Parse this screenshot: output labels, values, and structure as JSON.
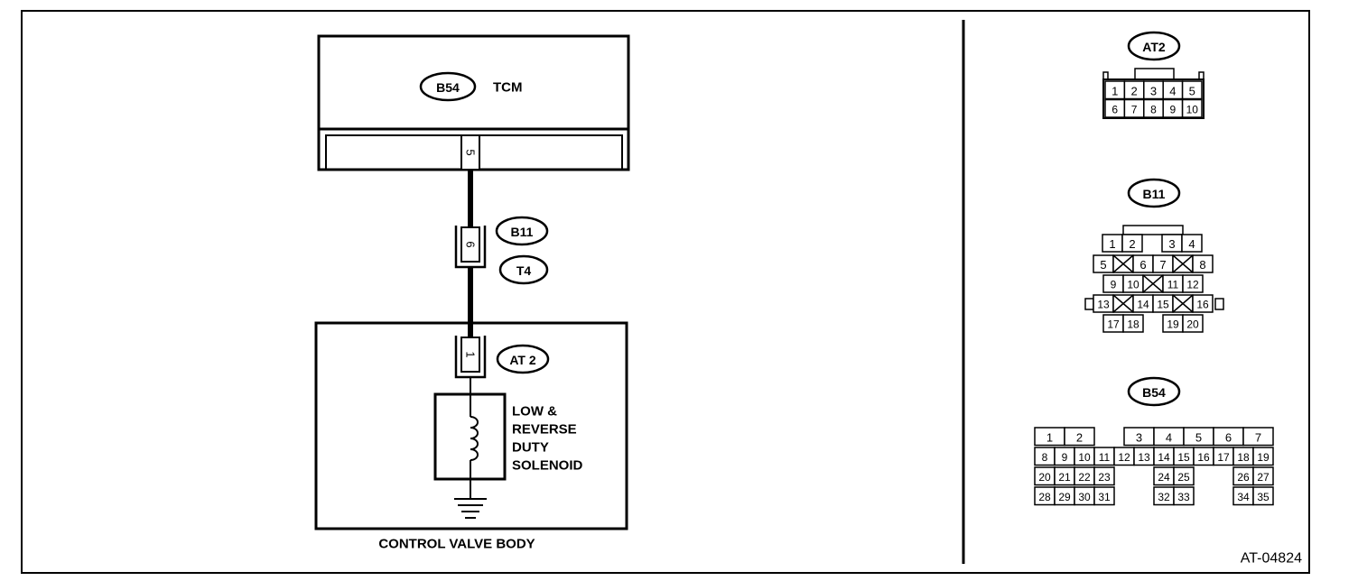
{
  "labels": {
    "tcm_connector": "B54",
    "tcm": "TCM",
    "tcm_pin": "5",
    "joint_connector_1": "B11",
    "joint_connector_2": "T4",
    "joint_pin": "6",
    "solenoid_connector": "AT2",
    "solenoid_connector_text": "AT 2",
    "solenoid_pin": "1",
    "solenoid_lines": [
      "LOW &",
      "REVERSE",
      "DUTY",
      "SOLENOID"
    ],
    "control_valve_body": "CONTROL VALVE BODY",
    "figure_code": "AT-04824"
  },
  "connectors": {
    "at2": {
      "name": "AT2",
      "rows": [
        [
          "1",
          "2",
          "3",
          "4",
          "5"
        ],
        [
          "6",
          "7",
          "8",
          "9",
          "10"
        ]
      ]
    },
    "b11": {
      "name": "B11",
      "row1": [
        "1",
        "2",
        "",
        "3",
        "4"
      ],
      "row2": [
        "5",
        "X",
        "6",
        "7",
        "X",
        "8"
      ],
      "row3": [
        "9",
        "10",
        "X",
        "11",
        "12"
      ],
      "row4": [
        "13",
        "X",
        "14",
        "15",
        "X",
        "16"
      ],
      "row5_left": [
        "17",
        "18"
      ],
      "row5_right": [
        "19",
        "20"
      ]
    },
    "b54": {
      "name": "B54",
      "row1_left": [
        "1",
        "2"
      ],
      "row1_right": [
        "3",
        "4",
        "5",
        "6",
        "7"
      ],
      "row2": [
        "8",
        "9",
        "10",
        "11",
        "12",
        "13",
        "14",
        "15",
        "16",
        "17",
        "18",
        "19"
      ],
      "row3_a": [
        "20",
        "21",
        "22",
        "23"
      ],
      "row3_b": [
        "24",
        "25"
      ],
      "row3_c": [
        "26",
        "27"
      ],
      "row4_a": [
        "28",
        "29",
        "30",
        "31"
      ],
      "row4_b": [
        "32",
        "33"
      ],
      "row4_c": [
        "34",
        "35"
      ]
    }
  },
  "colors": {
    "line": "#000000",
    "background": "#ffffff"
  }
}
